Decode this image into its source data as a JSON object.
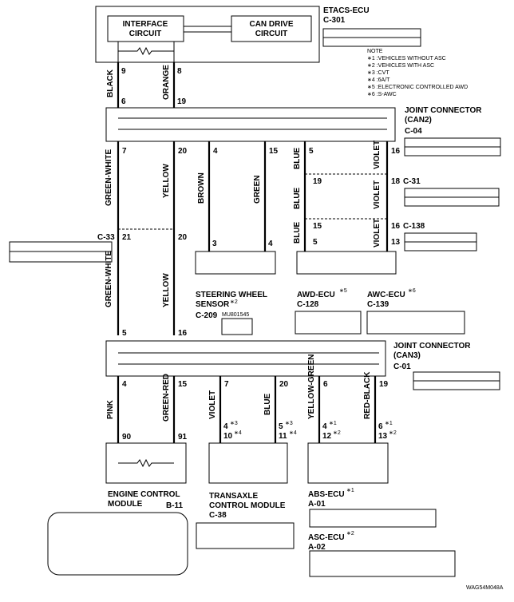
{
  "etacs": {
    "title": "ETACS-ECU",
    "connector": "C-301",
    "interface": [
      "INTERFACE",
      "CIRCUIT"
    ],
    "can_drive": [
      "CAN DRIVE",
      "CIRCUIT"
    ]
  },
  "notes": [
    "NOTE",
    "∗1 :VEHICLES WITHOUT ASC",
    "∗2 :VEHICLES WITH ASC",
    "∗3 :CVT",
    "∗4 :6A/T",
    "∗5 :ELECTRONIC CONTROLLED AWD",
    "∗6 :S-AWC"
  ],
  "etacs_wires": [
    {
      "top_pin": "9",
      "color": "BLACK",
      "bottom_pin": "6"
    },
    {
      "top_pin": "8",
      "color": "ORANGE",
      "bottom_pin": "19"
    }
  ],
  "can2": {
    "title": [
      "JOINT CONNECTOR",
      "(CAN2)"
    ],
    "connector": "C-04",
    "pins": [
      {
        "pin": "7",
        "color": "GREEN-WHITE"
      },
      {
        "pin": "20",
        "color": "YELLOW"
      },
      {
        "pin": "4",
        "color": "BROWN"
      },
      {
        "pin": "15",
        "color": "GREEN"
      },
      {
        "pin": "5",
        "color": "BLUE"
      },
      {
        "pin": "16",
        "color": "VIOLET"
      }
    ]
  },
  "c31": {
    "connector": "C-31",
    "pin_left": "19",
    "pin_right": "18",
    "color_left": "BLUE",
    "color_right": "VIOLET"
  },
  "c138": {
    "connector": "C-138",
    "pin_left": "15",
    "pin_right": "16",
    "pin_left2": "5",
    "pin_right2": "13",
    "color_left": "BLUE",
    "color_right": "VIOLET"
  },
  "c33": {
    "connector": "C-33",
    "pin_left": "21",
    "pin_right": "20",
    "color_left": "GREEN-WHITE",
    "color_right": "YELLOW"
  },
  "steering": {
    "name": [
      "STEERING WHEEL",
      "SENSOR"
    ],
    "star": "∗2",
    "connector": "C-209",
    "part": "MU801545",
    "pins": [
      "3",
      "4"
    ]
  },
  "awd": {
    "name": "AWD-ECU",
    "star": "∗5",
    "connector": "C-128"
  },
  "awc": {
    "name": "AWC-ECU",
    "star": "∗6",
    "connector": "C-139"
  },
  "can3": {
    "title": [
      "JOINT CONNECTOR",
      "(CAN3)"
    ],
    "connector": "C-01",
    "top_pins": [
      "5",
      "16"
    ],
    "pins": [
      {
        "pin": "4",
        "color": "PINK",
        "end": "90"
      },
      {
        "pin": "15",
        "color": "GREEN-RED",
        "end": "91"
      },
      {
        "pin": "7",
        "color": "VIOLET",
        "end1": "4",
        "s1": "∗3",
        "end2": "10",
        "s2": "∗4"
      },
      {
        "pin": "20",
        "color": "BLUE",
        "end1": "5",
        "s1": "∗3",
        "end2": "11",
        "s2": "∗4"
      },
      {
        "pin": "6",
        "color": "YELLOW-GREEN",
        "end1": "4",
        "s1": "∗1",
        "end2": "12",
        "s2": "∗2"
      },
      {
        "pin": "19",
        "color": "RED-BLACK",
        "end1": "6",
        "s1": "∗1",
        "end2": "13",
        "s2": "∗2"
      }
    ]
  },
  "engine": {
    "name": [
      "ENGINE CONTROL",
      "MODULE"
    ],
    "connector": "B-11"
  },
  "transaxle": {
    "name": [
      "TRANSAXLE",
      "CONTROL MODULE"
    ],
    "connector": "C-38"
  },
  "abs": {
    "name": "ABS-ECU",
    "star": "∗1",
    "connector": "A-01"
  },
  "asc": {
    "name": "ASC-ECU",
    "star": "∗2",
    "connector": "A-02"
  },
  "code": "WAG54M048A"
}
